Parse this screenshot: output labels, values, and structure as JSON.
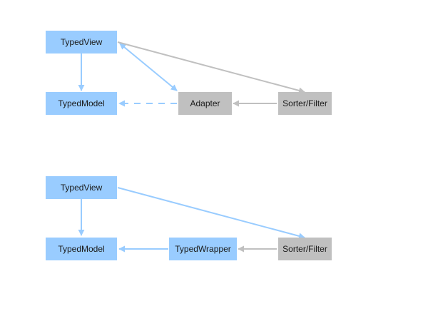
{
  "colors": {
    "blue_node": "#99ccff",
    "gray_node": "#c0c0c0",
    "blue_edge": "#99ccff",
    "gray_edge": "#c0c0c0",
    "text": "#1a1a1a"
  },
  "diagram_top": {
    "nodes": [
      {
        "id": "typedview",
        "label": "TypedView",
        "style": "blue"
      },
      {
        "id": "typedmodel",
        "label": "TypedModel",
        "style": "blue"
      },
      {
        "id": "adapter",
        "label": "Adapter",
        "style": "gray"
      },
      {
        "id": "sorterfilter",
        "label": "Sorter/Filter",
        "style": "gray"
      }
    ],
    "edges": [
      {
        "from": "typedview",
        "to": "typedmodel",
        "style": "blue-solid",
        "arrow": "end"
      },
      {
        "from": "typedview",
        "to": "adapter",
        "style": "blue-solid",
        "arrow": "both"
      },
      {
        "from": "typedview",
        "to": "sorterfilter",
        "style": "gray-solid",
        "arrow": "end"
      },
      {
        "from": "adapter",
        "to": "typedmodel",
        "style": "blue-dashed",
        "arrow": "end"
      },
      {
        "from": "sorterfilter",
        "to": "adapter",
        "style": "gray-solid",
        "arrow": "end"
      }
    ]
  },
  "diagram_bottom": {
    "nodes": [
      {
        "id": "typedview",
        "label": "TypedView",
        "style": "blue"
      },
      {
        "id": "typedmodel",
        "label": "TypedModel",
        "style": "blue"
      },
      {
        "id": "typedwrapper",
        "label": "TypedWrapper",
        "style": "blue"
      },
      {
        "id": "sorterfilter",
        "label": "Sorter/Filter",
        "style": "gray"
      }
    ],
    "edges": [
      {
        "from": "typedview",
        "to": "typedmodel",
        "style": "blue-solid",
        "arrow": "end"
      },
      {
        "from": "typedview",
        "to": "sorterfilter",
        "style": "blue-solid",
        "arrow": "end"
      },
      {
        "from": "typedwrapper",
        "to": "typedmodel",
        "style": "blue-solid",
        "arrow": "end"
      },
      {
        "from": "sorterfilter",
        "to": "typedwrapper",
        "style": "gray-solid",
        "arrow": "end"
      }
    ]
  }
}
